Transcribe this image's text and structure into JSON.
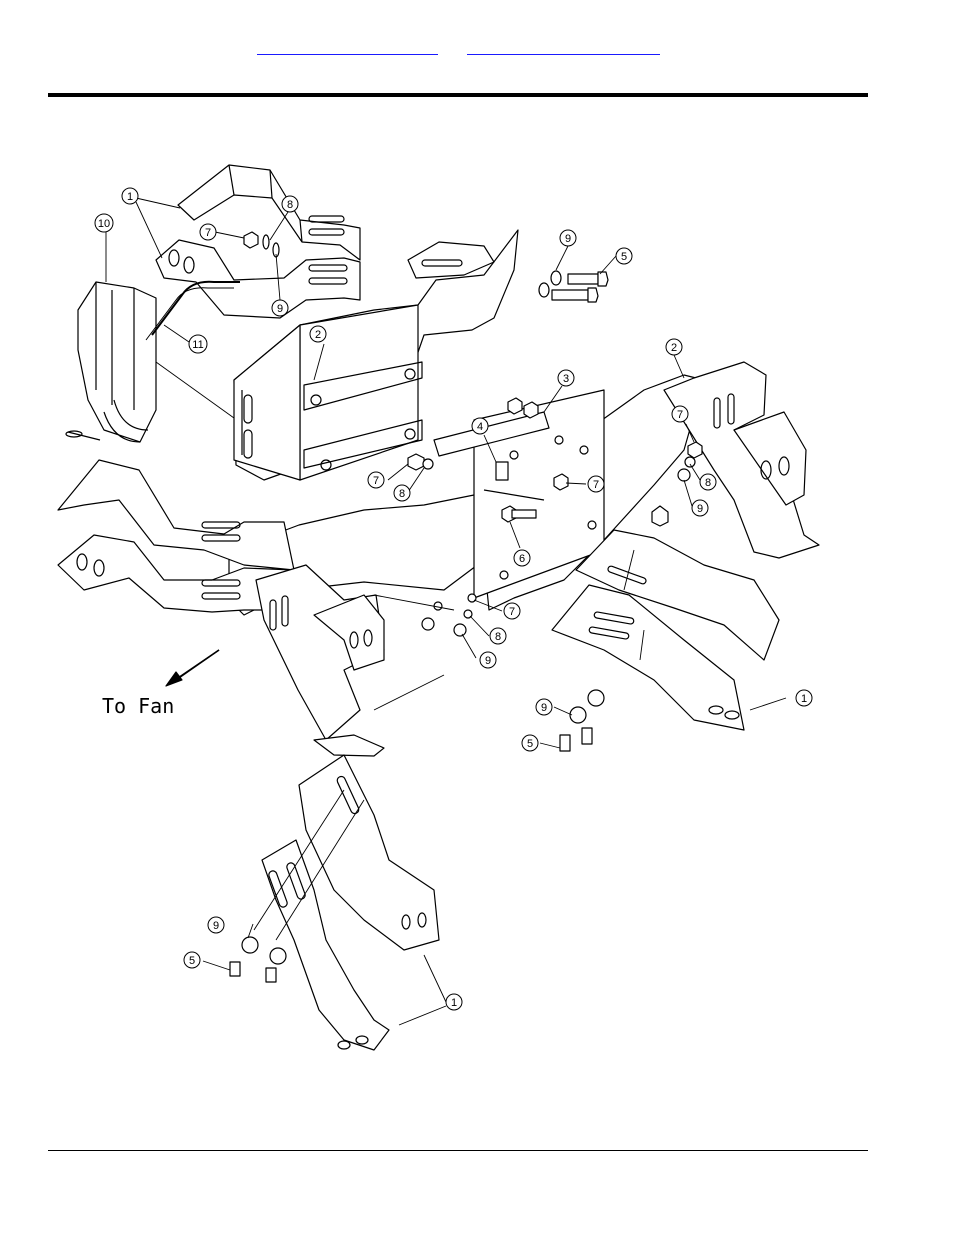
{
  "nav": {
    "link1_text": "",
    "link2_text": ""
  },
  "figure": {
    "direction_label": "To Fan",
    "callouts": {
      "c1a": "1",
      "c1b": "1",
      "c1c": "1",
      "c2a": "2",
      "c2b": "2",
      "c3": "3",
      "c4": "4",
      "c5a": "5",
      "c5b": "5",
      "c5c": "5",
      "c6": "6",
      "c7a": "7",
      "c7b": "7",
      "c7c": "7",
      "c7d": "7",
      "c7e": "7",
      "c8a": "8",
      "c8b": "8",
      "c8c": "8",
      "c8d": "8",
      "c9a": "9",
      "c9b": "9",
      "c9c": "9",
      "c9d": "9",
      "c9e": "9",
      "c9f": "9",
      "c10": "10",
      "c11": "11"
    }
  }
}
